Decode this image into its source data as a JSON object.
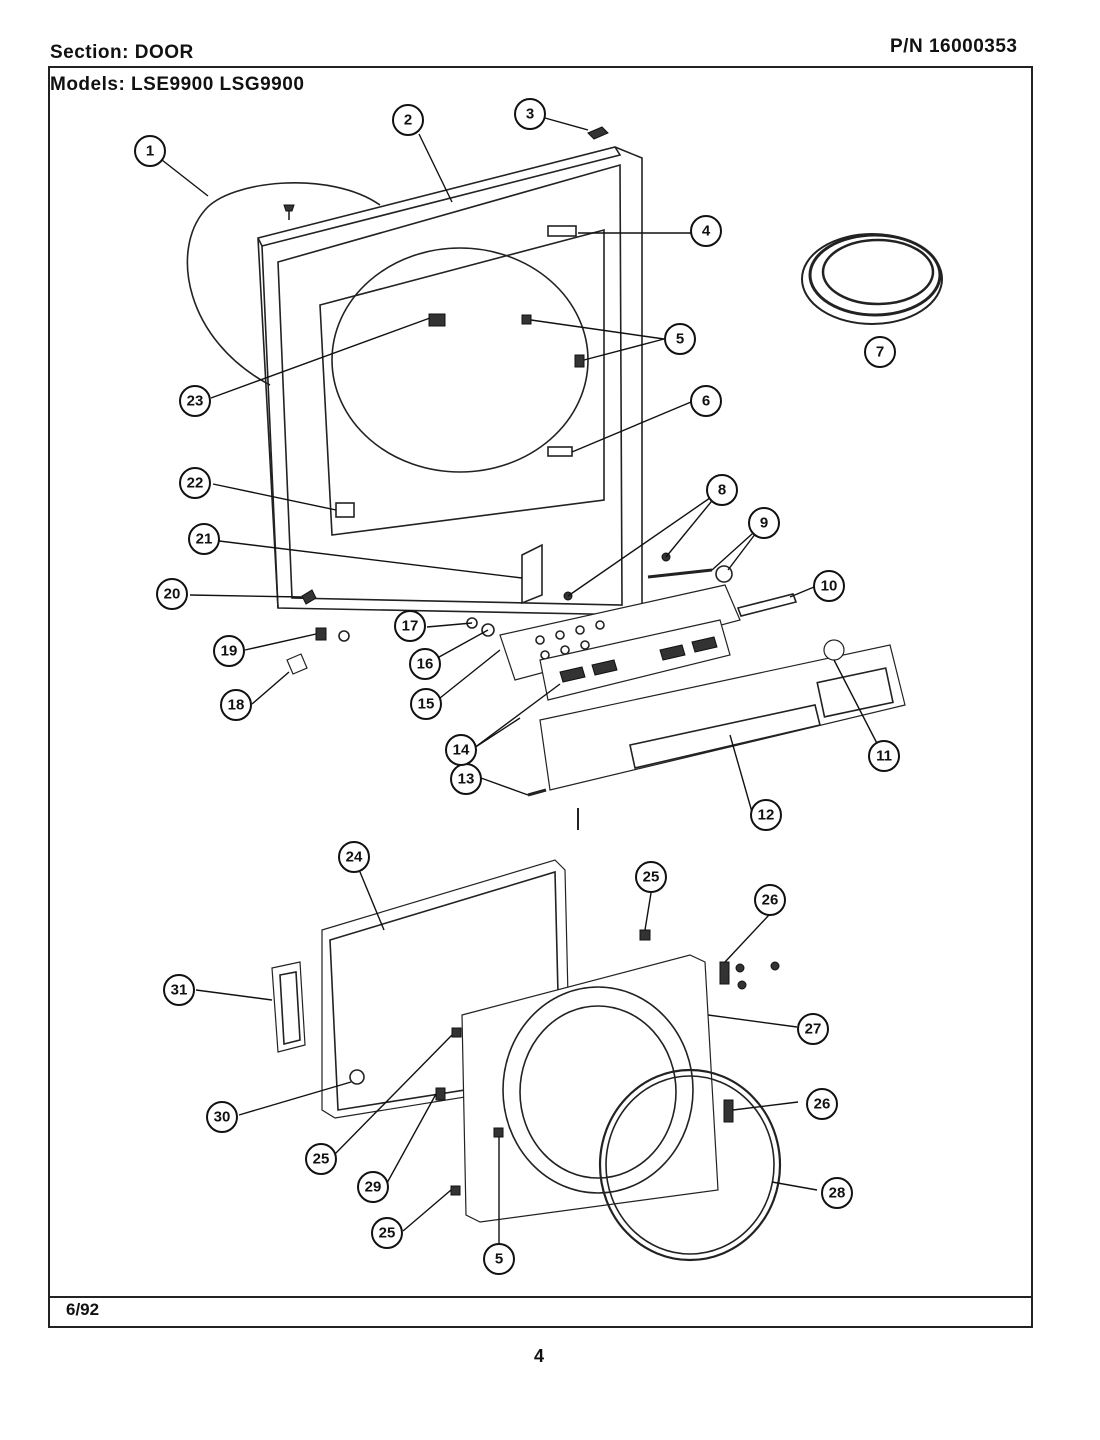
{
  "header": {
    "section": "Section:  DOOR",
    "part_number": "P/N  16000353",
    "models": "Models:  LSE9900    LSG9900"
  },
  "footer": {
    "date": "6/92",
    "page": "4"
  },
  "callouts": {
    "c1": "1",
    "c2": "2",
    "c3": "3",
    "c4": "4",
    "c5a": "5",
    "c5b": "5",
    "c6": "6",
    "c7": "7",
    "c8": "8",
    "c9": "9",
    "c10": "10",
    "c11": "11",
    "c12": "12",
    "c13": "13",
    "c14": "14",
    "c15": "15",
    "c16": "16",
    "c17": "17",
    "c18": "18",
    "c19": "19",
    "c20": "20",
    "c21": "21",
    "c22": "22",
    "c23": "23",
    "c24": "24",
    "c25a": "25",
    "c25b": "25",
    "c25c": "25",
    "c26a": "26",
    "c26b": "26",
    "c27": "27",
    "c28": "28",
    "c29": "29",
    "c30": "30",
    "c31": "31"
  }
}
